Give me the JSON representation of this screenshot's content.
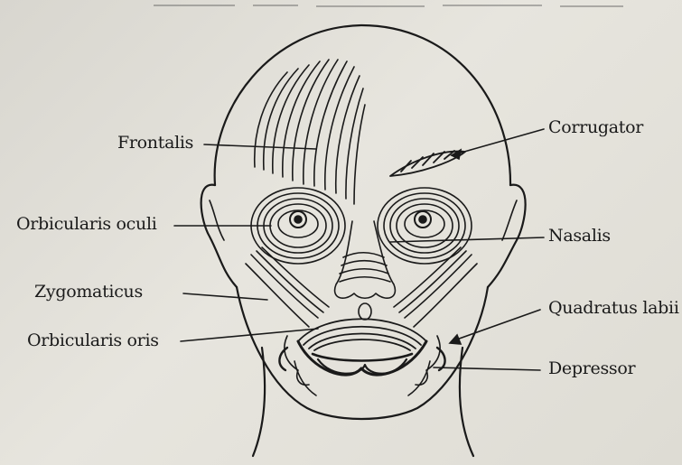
{
  "diagram": {
    "labels": {
      "frontalis": "Frontalis",
      "corrugator": "Corrugator",
      "orbicularis_oculi": "Orbicularis oculi",
      "nasalis": "Nasalis",
      "zygomaticus": "Zygomaticus",
      "quadratus_labii": "Quadratus labii",
      "orbicularis_oris": "Orbicularis oris",
      "depressor": "Depressor"
    },
    "ink_color": "#1a1a1a",
    "paper_color": "#e3e1da"
  }
}
